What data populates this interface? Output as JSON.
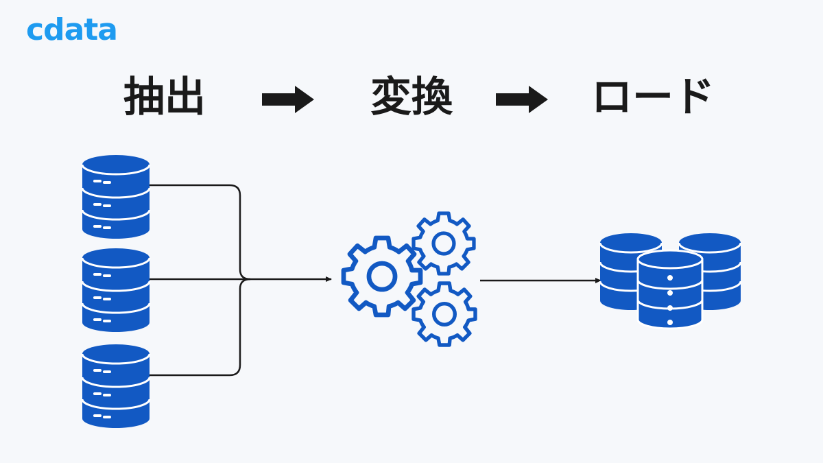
{
  "logo": {
    "text": "cdata"
  },
  "stages": [
    {
      "label": "抽出"
    },
    {
      "label": "変換"
    },
    {
      "label": "ロード"
    }
  ],
  "colors": {
    "logo": "#1e9bf0",
    "icon_fill": "#1259c3",
    "icon_detail": "#ffffff",
    "gear_stroke": "#1259c3",
    "text": "#1a1a1a",
    "connector": "#1a1a1a",
    "background": "#f6f8fb"
  },
  "icons": {
    "source": "database-icon",
    "transform": "gears-icon",
    "target": "database-cluster-icon",
    "stage_arrow": "arrow-right-icon"
  }
}
